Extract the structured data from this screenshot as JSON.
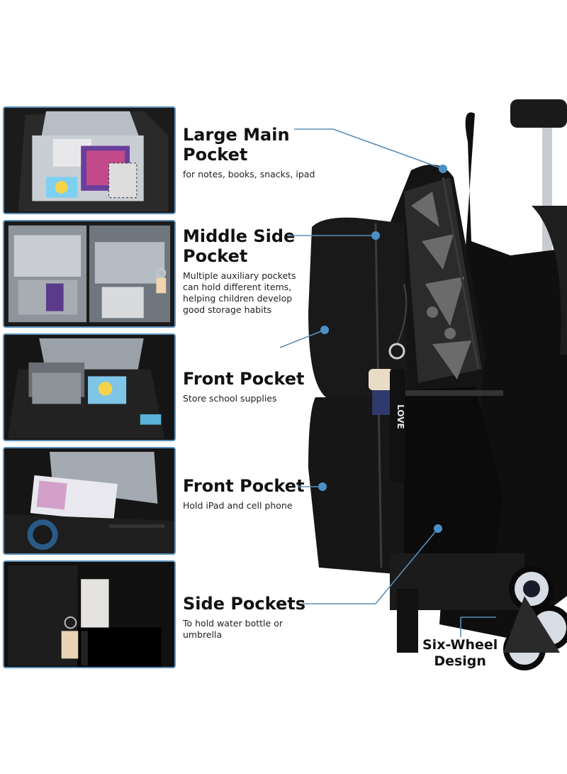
{
  "features": [
    {
      "title_line1": "Large Main",
      "title_line2": "Pocket",
      "desc": "for notes, books, snacks, ipad"
    },
    {
      "title_line1": "Middle Side",
      "title_line2": "Pocket",
      "desc": "Multiple auxiliary pockets can hold different items, helping children develop good storage habits"
    },
    {
      "title_line1": "Front Pocket",
      "title_line2": "",
      "desc": "Store school supplies"
    },
    {
      "title_line1": "Front Pocket",
      "title_line2": "",
      "desc": "Hold iPad and cell phone"
    },
    {
      "title_line1": "Side Pockets",
      "title_line2": "",
      "desc": "To hold water bottle or umbrella"
    }
  ],
  "wheel": {
    "line1": "Six-Wheel",
    "line2": "Design"
  },
  "keychain_text": "LOVE",
  "colors": {
    "accent": "#5b8fb8",
    "bag": "#111111",
    "callout_dot": "#4a90c8"
  }
}
